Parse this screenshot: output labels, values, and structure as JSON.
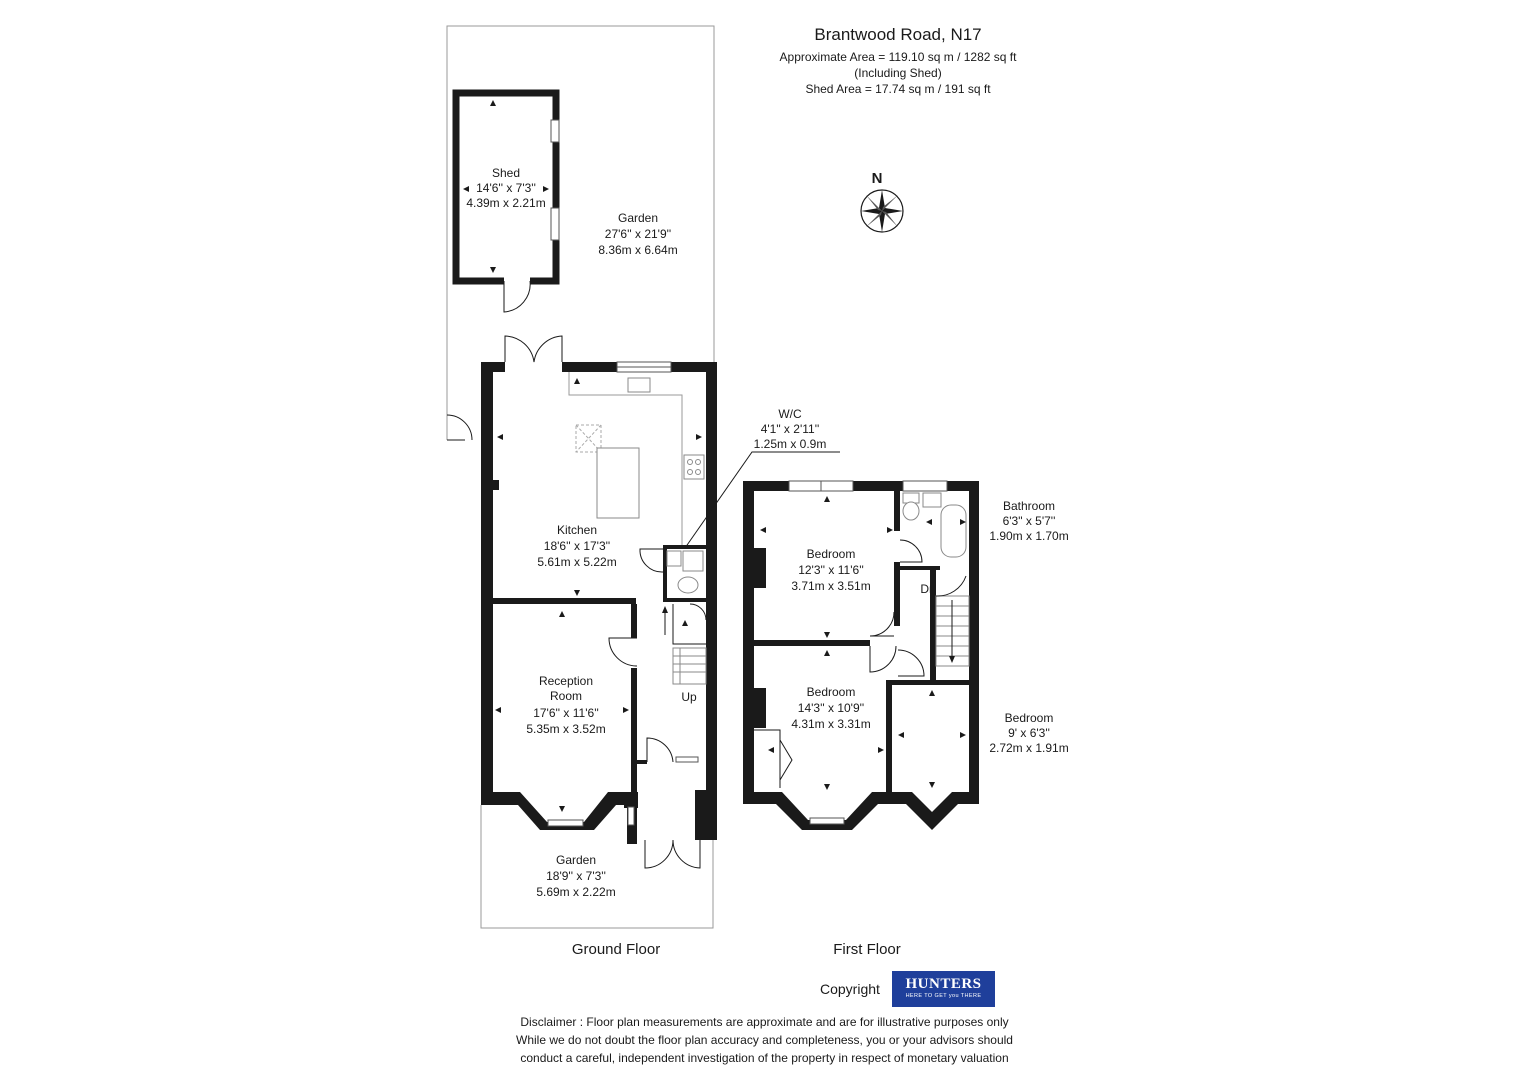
{
  "header": {
    "address": "Brantwood Road, N17",
    "area_line": "Approximate Area =  119.10 sq m / 1282 sq ft",
    "including_line": "(Including Shed)",
    "shed_area_line": "Shed Area =  17.74 sq m / 191 sq ft"
  },
  "compass": {
    "label": "N"
  },
  "rooms": {
    "shed": {
      "name": "Shed",
      "imperial": "14'6'' x 7'3''",
      "metric": "4.39m x 2.21m"
    },
    "garden_rear": {
      "name": "Garden",
      "imperial": "27'6'' x 21'9''",
      "metric": "8.36m x 6.64m"
    },
    "kitchen": {
      "name": "Kitchen",
      "imperial": "18'6'' x 17'3''",
      "metric": "5.61m x 5.22m"
    },
    "wc": {
      "name": "W/C",
      "imperial": "4'1\" x 2'11''",
      "metric": "1.25m x 0.9m"
    },
    "reception": {
      "name_line1": "Reception",
      "name_line2": "Room",
      "imperial": "17'6'' x 11'6''",
      "metric": "5.35m x 3.52m"
    },
    "garden_front": {
      "name": "Garden",
      "imperial": "18'9'' x 7'3''",
      "metric": "5.69m x 2.22m"
    },
    "bathroom": {
      "name": "Bathroom",
      "imperial": "6'3\" x 5'7''",
      "metric": "1.90m x 1.70m"
    },
    "bedroom1": {
      "name": "Bedroom",
      "imperial": "12'3'' x 11'6''",
      "metric": "3.71m x 3.51m"
    },
    "bedroom2": {
      "name": "Bedroom",
      "imperial": "14'3'' x 10'9''",
      "metric": "4.31m x 3.31m"
    },
    "bedroom3": {
      "name": "Bedroom",
      "imperial": "9' x 6'3''",
      "metric": "2.72m x 1.91m"
    }
  },
  "stairs": {
    "up": "Up",
    "down": "Dn"
  },
  "floors": {
    "ground": "Ground Floor",
    "first": "First Floor"
  },
  "footer": {
    "copyright": "Copyright",
    "logo_brand": "HUNTERS",
    "logo_tag": "HERE TO GET you THERE",
    "disclaimer": [
      "Disclaimer : Floor plan measurements are approximate and are for illustrative purposes only",
      "While we do not doubt the floor plan accuracy and completeness, you or your advisors should",
      "conduct a careful, independent investigation of the property in respect of monetary valuation"
    ]
  },
  "colors": {
    "wall": "#1a1a1a",
    "logo_bg": "#1f3f9b"
  }
}
